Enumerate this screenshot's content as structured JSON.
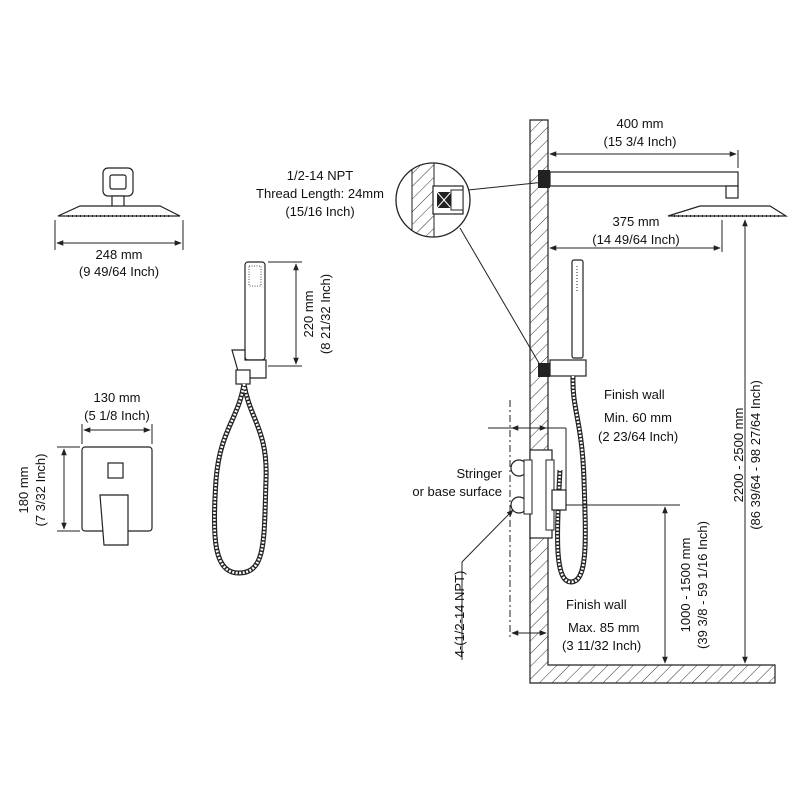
{
  "shower_head": {
    "width_mm": "248 mm",
    "width_in": "(9 49/64 Inch)"
  },
  "handheld": {
    "height_mm": "220 mm",
    "height_in": "(8 21/32 Inch)"
  },
  "valve_plate": {
    "width_mm": "130 mm",
    "width_in": "(5 1/8 Inch)",
    "height_mm": "180 mm",
    "height_in": "(7 3/32 Inch)"
  },
  "thread_detail": {
    "line1": "1/2-14 NPT",
    "line2": "Thread Length: 24mm",
    "line3": "(15/16 Inch)"
  },
  "shower_arm": {
    "length_mm": "400 mm",
    "length_in": "(15 3/4 Inch)",
    "reach_mm": "375 mm",
    "reach_in": "(14 49/64 Inch)"
  },
  "finish_wall_min": {
    "label": "Finish wall",
    "value_mm": "Min. 60 mm",
    "value_in": "(2 23/64 Inch)"
  },
  "stringer": {
    "line1": "Stringer",
    "line2": "or base surface"
  },
  "finish_wall_max": {
    "label": "Finish wall",
    "value_mm": "Max. 85 mm",
    "value_in": "(3 11/32 Inch)"
  },
  "ports": {
    "label": "4-(1/2-14 NPT)"
  },
  "valve_height": {
    "value_mm": "1000 - 1500 mm",
    "value_in": "(39 3/8 - 59 1/16 Inch)"
  },
  "head_height": {
    "value_mm": "2200 - 2500 mm",
    "value_in": "(86 39/64 - 98 27/64 Inch)"
  }
}
